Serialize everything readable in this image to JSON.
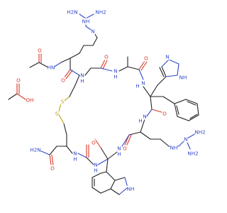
{
  "structure": {
    "colors": {
      "carbon": "#222222",
      "nitrogen": "#3048c8",
      "oxygen": "#d83a2a",
      "sulfur": "#b8a000"
    },
    "labels": {
      "arg1_nh2_left": "H2N",
      "arg1_nh2_right": "NH2",
      "arg1_nh": "NH",
      "arg1_n": "N",
      "acetyl_o": "O",
      "acetyl_nh": "HN",
      "arg1_co_o": "O",
      "cys1_nh": "N",
      "cys1_h": "H",
      "ala_o": "O",
      "ala_nh": "N",
      "ala_h": "H",
      "his_co_o": "O",
      "his_nh": "NH",
      "his_ring_n": "N",
      "his_nh_bottom": "N",
      "his_h": "H",
      "dphe_o": "O",
      "dphe_n": "N",
      "dphe_h": "H",
      "s1": "S",
      "s2": "S",
      "amide_h2n": "H2N",
      "amide_o": "O",
      "cys2_n": "N",
      "cys2_h": "H",
      "trp_o": "O",
      "trp_n": "N",
      "trp_h": "H",
      "arg2_o": "O",
      "arg2_n": "N",
      "arg2_h": "H",
      "arg2_nh": "NH",
      "arg2_nh2_top": "NH2",
      "arg2_nh2_bottom": "NH2",
      "arg2_imine_n": "N",
      "indole_nh": "NH",
      "acetic_o_top": "O",
      "acetic_oh": "OH"
    }
  }
}
